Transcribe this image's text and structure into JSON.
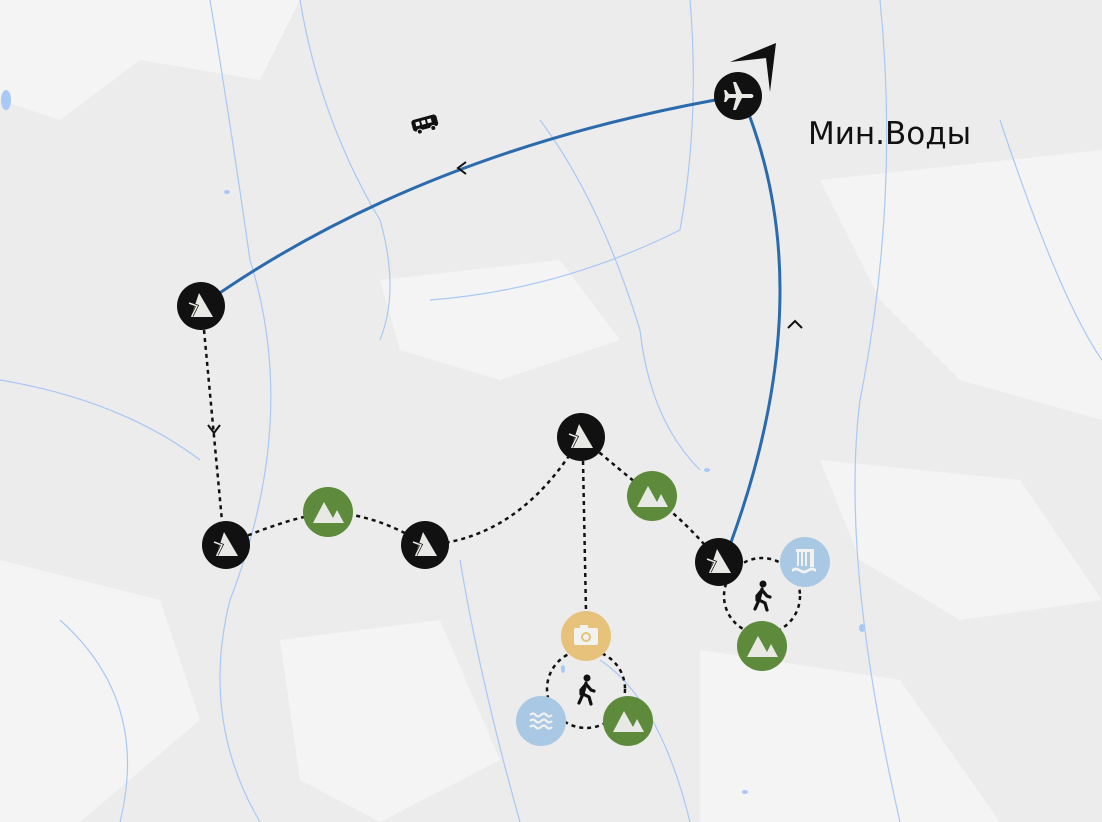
{
  "map": {
    "city_label": "Мин.Воды",
    "colors": {
      "background": "#ececec",
      "route_line": "#2a6aad",
      "marker_dark": "#111111",
      "marker_mountain": "#5e8a3c",
      "marker_photo": "#e6c27a",
      "marker_water": "#a9c8e4",
      "river": "#a8c8f5"
    },
    "markers": [
      {
        "type": "airport",
        "icon": "plane-icon"
      },
      {
        "type": "camp",
        "icon": "tent-icon"
      },
      {
        "type": "camp",
        "icon": "tent-icon"
      },
      {
        "type": "camp",
        "icon": "tent-icon"
      },
      {
        "type": "camp",
        "icon": "tent-icon"
      },
      {
        "type": "camp",
        "icon": "tent-icon"
      },
      {
        "type": "mountain",
        "icon": "mountain-icon"
      },
      {
        "type": "mountain",
        "icon": "mountain-icon"
      },
      {
        "type": "mountain",
        "icon": "mountain-icon"
      },
      {
        "type": "mountain",
        "icon": "mountain-icon"
      },
      {
        "type": "waterfall",
        "icon": "waterfall-icon"
      },
      {
        "type": "photo",
        "icon": "camera-icon"
      },
      {
        "type": "lake",
        "icon": "water-icon"
      },
      {
        "type": "transfer",
        "icon": "bus-icon"
      },
      {
        "type": "hike",
        "icon": "hiker-icon"
      },
      {
        "type": "north",
        "icon": "north-arrow-icon"
      }
    ]
  }
}
